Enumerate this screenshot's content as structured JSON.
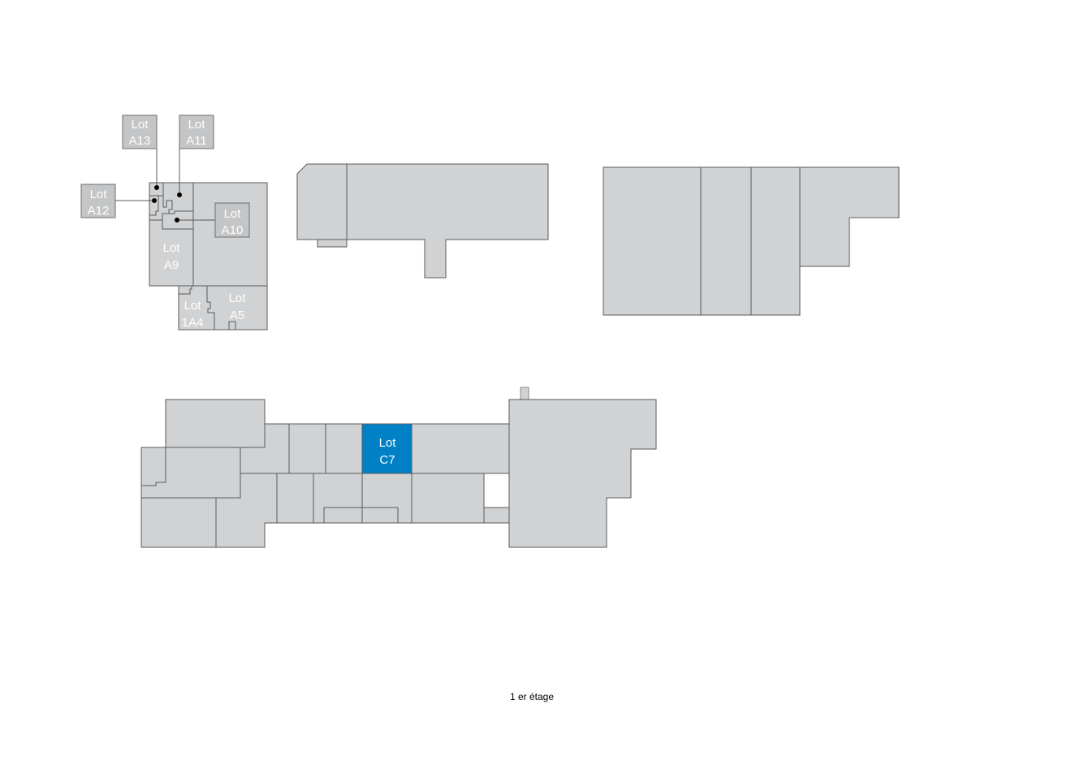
{
  "floor_label": "1 er étage",
  "colors": {
    "unit_fill": "#d1d2d4",
    "unit_stroke": "#58595b",
    "selected_fill": "#0081c6",
    "label_text": "#ffffff"
  },
  "lots": {
    "A13": {
      "line1": "Lot",
      "line2": "A13"
    },
    "A11": {
      "line1": "Lot",
      "line2": "A11"
    },
    "A12": {
      "line1": "Lot",
      "line2": "A12"
    },
    "A10": {
      "line1": "Lot",
      "line2": "A10"
    },
    "A9": {
      "line1": "Lot",
      "line2": "A9"
    },
    "A4": {
      "line1": "Lot",
      "line2": "1A4"
    },
    "A5": {
      "line1": "Lot",
      "line2": "A5"
    },
    "C7": {
      "line1": "Lot",
      "line2": "C7",
      "selected": true
    }
  }
}
